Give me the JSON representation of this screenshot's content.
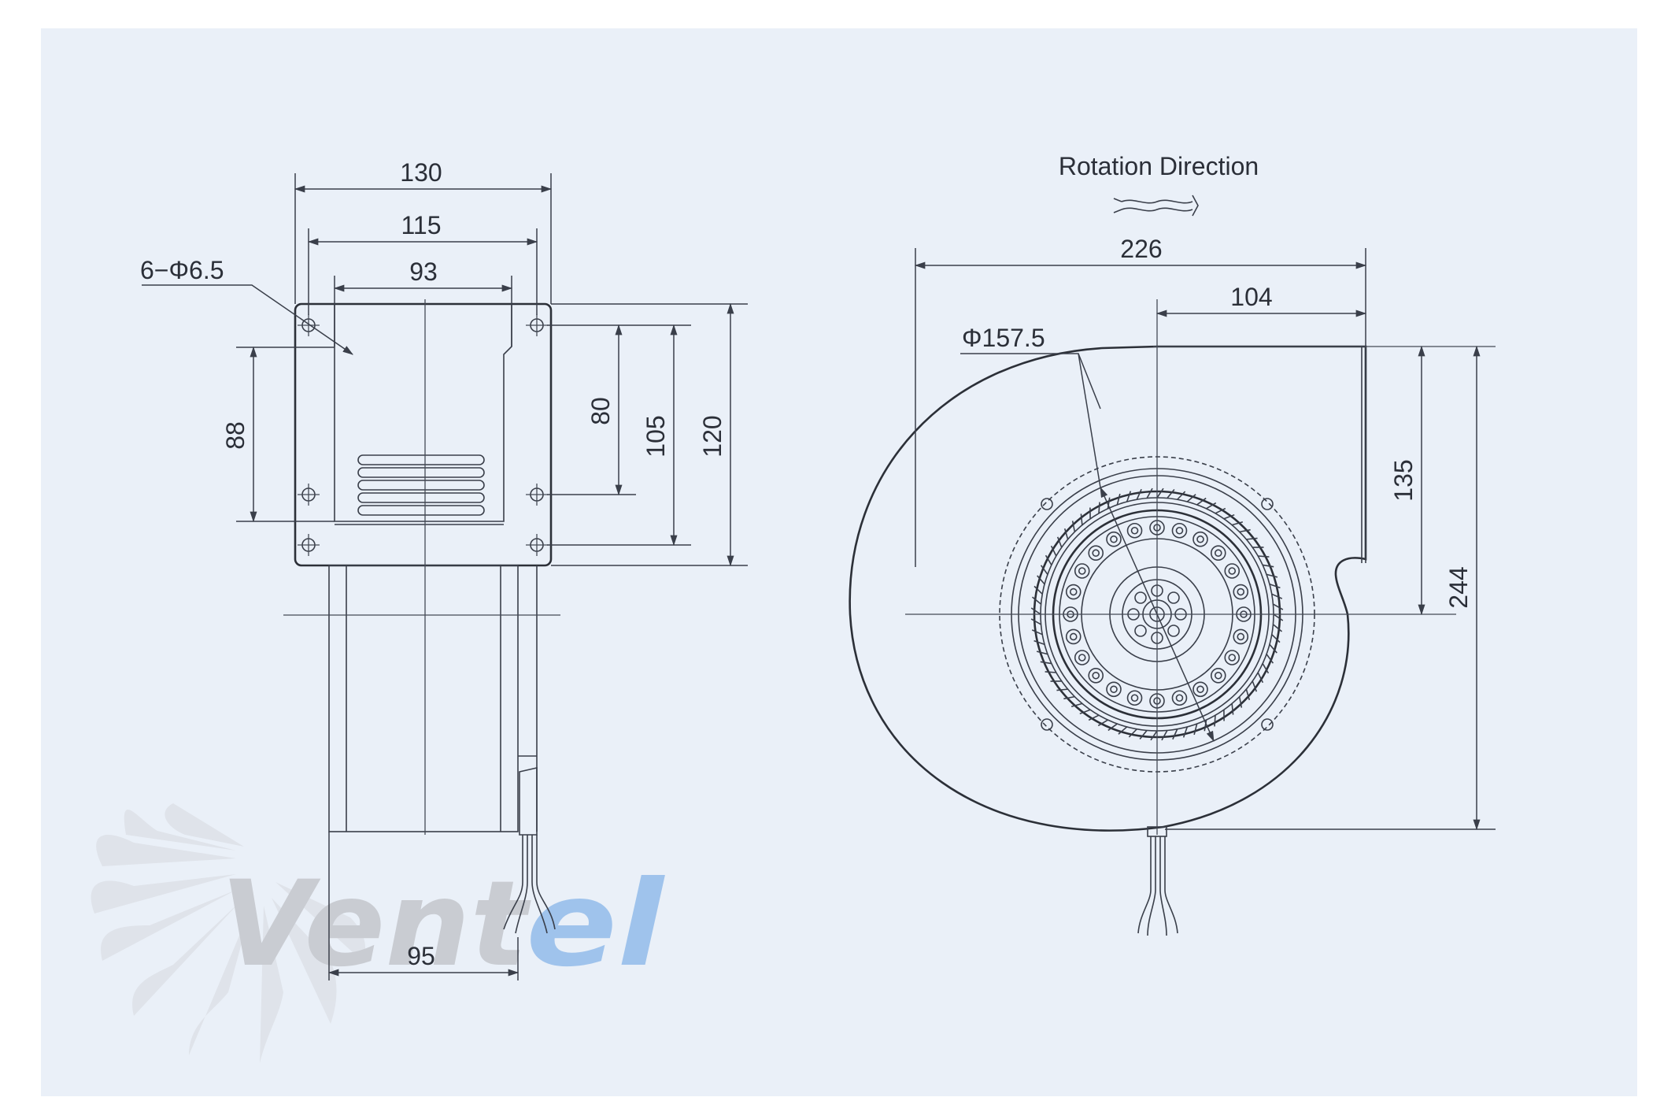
{
  "drawing": {
    "rotation_label": "Rotation  Direction",
    "side_view": {
      "dim_overall_width": "130",
      "dim_hole_spacing": "115",
      "dim_inner_width": "93",
      "dim_mount_holes": "6−Φ6.5",
      "dim_outlet_height": "88",
      "dim_hole_v_80": "80",
      "dim_hole_v_105": "105",
      "dim_flange_height": "120",
      "dim_motor_depth": "95"
    },
    "front_view": {
      "dim_total_width": "226",
      "dim_center_to_outlet": "104",
      "dim_impeller_diameter": "Φ157.5",
      "dim_outlet_to_center": "135",
      "dim_total_height": "244"
    }
  },
  "watermark": {
    "brand_part1": "Vent",
    "brand_part2": "el",
    "color_grey": "#c9ccd2",
    "color_blue": "#9fc3ec"
  },
  "colors": {
    "background": "#ffffff",
    "panel": "#eaf0f8",
    "line": "#3a3f4a"
  }
}
